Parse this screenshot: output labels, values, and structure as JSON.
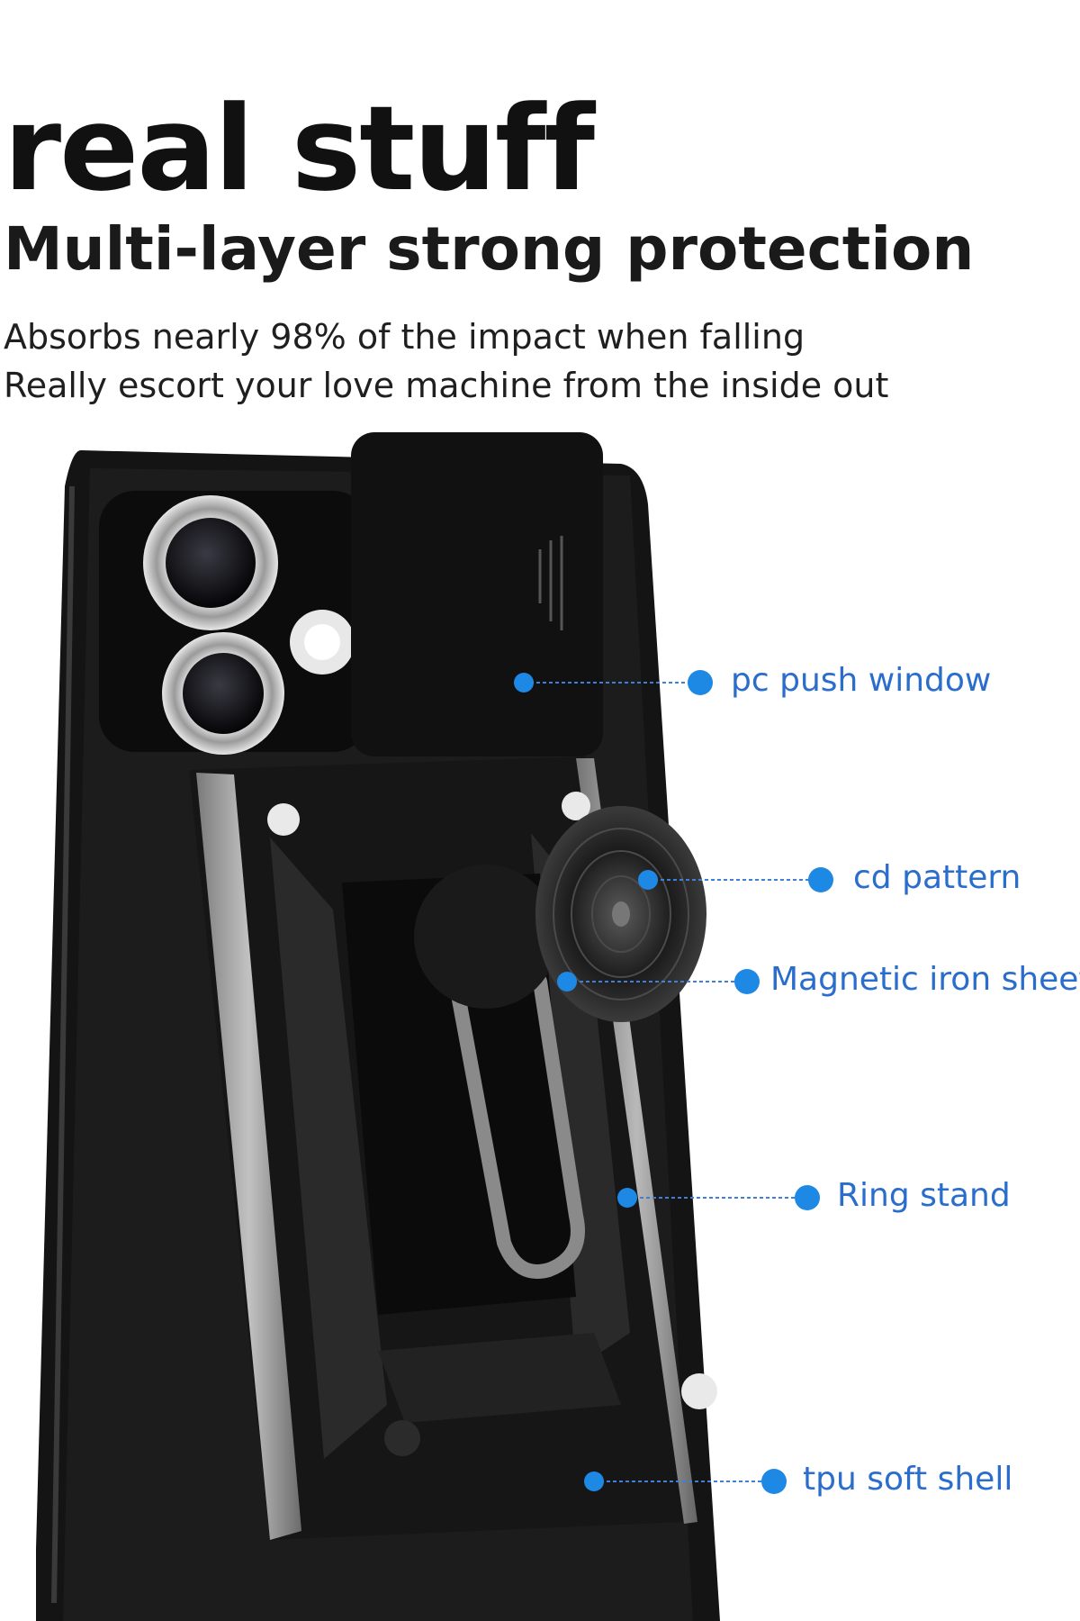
{
  "header": {
    "title": "real stuff",
    "subtitle": "Multi-layer strong protection",
    "description_lines": [
      "Absorbs nearly 98% of the impact when falling",
      "Really escort your love machine from the inside out"
    ]
  },
  "callouts": [
    {
      "label": "pc push window"
    },
    {
      "label": "cd pattern"
    },
    {
      "label": "Magnetic iron sheet"
    },
    {
      "label": "Ring stand"
    },
    {
      "label": "tpu soft shell"
    }
  ],
  "colors": {
    "accent": "#2a6dcc",
    "dot": "#1e88e5",
    "case": "#111111"
  }
}
